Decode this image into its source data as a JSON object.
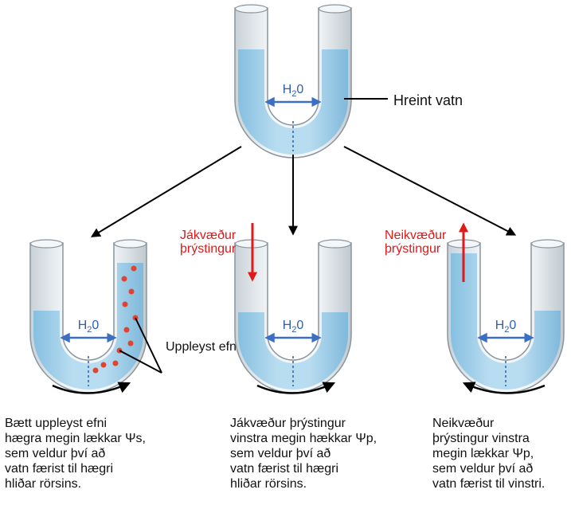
{
  "top": {
    "h2o": {
      "main": "H",
      "sub": "2",
      "tail": "0"
    },
    "label": "Hreint vatn"
  },
  "left": {
    "h2o": {
      "main": "H",
      "sub": "2",
      "tail": "0"
    },
    "solute_label": "Uppleyst efni",
    "caption": "Bætt uppleyst efni\nhægra megin lækkar Ψs,\nsem veldur því að\nvatn færist til hægri\nhliðar rörsins."
  },
  "middle": {
    "h2o": {
      "main": "H",
      "sub": "2",
      "tail": "0"
    },
    "pressure_line1": "Jákvæður",
    "pressure_line2": "þrýstingur",
    "caption": "Jákvæður þrýstingur\nvinstra megin hækkar Ψp,\nsem veldur því að\nvatn færist til hægri\nhliðar rörsins."
  },
  "right": {
    "h2o": {
      "main": "H",
      "sub": "2",
      "tail": "0"
    },
    "pressure_line1": "Neikvæður",
    "pressure_line2": "þrýstingur",
    "caption": "Neikvæður\nþrýstingur vinstra\nmegin lækkar Ψp,\nsem veldur því að\nvatn færist til vinstri."
  },
  "colors": {
    "water": "#a9d4ec",
    "water_dark": "#7fb8dc",
    "glass": "#e9eef2",
    "glass_edge": "#8a949c",
    "arrow_blue": "#3a6fc4",
    "red": "#e01919",
    "solute": "#e0442f"
  }
}
